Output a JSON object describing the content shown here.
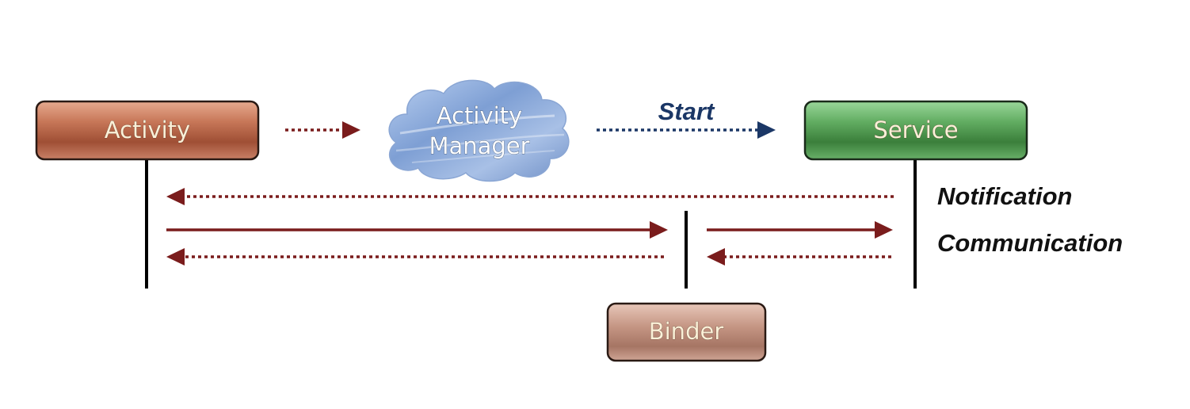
{
  "nodes": {
    "activity": "Activity",
    "activity_manager_line1": "Activity",
    "activity_manager_line2": "Manager",
    "service": "Service",
    "binder": "Binder"
  },
  "labels": {
    "start": "Start",
    "notification": "Notification",
    "communication": "Communication"
  },
  "colors": {
    "activity_box": "#c06a4c",
    "service_box": "#5fa85f",
    "binder_box": "#c89a88",
    "cloud": "#8faedc",
    "arrow_red": "#7a1c1c",
    "arrow_blue": "#1b3766",
    "lifeline": "#000000"
  },
  "edges": [
    {
      "from": "Activity",
      "to": "Activity Manager",
      "style": "dotted"
    },
    {
      "from": "Activity Manager",
      "to": "Service",
      "label": "Start",
      "style": "dotted"
    },
    {
      "from": "Service",
      "to": "Activity",
      "label": "Notification",
      "style": "dotted"
    },
    {
      "from": "Activity",
      "to": "Binder",
      "style": "solid"
    },
    {
      "from": "Binder",
      "to": "Service",
      "label": "Communication",
      "style": "solid"
    },
    {
      "from": "Service",
      "to": "Binder",
      "style": "dotted"
    },
    {
      "from": "Binder",
      "to": "Activity",
      "style": "dotted"
    }
  ]
}
